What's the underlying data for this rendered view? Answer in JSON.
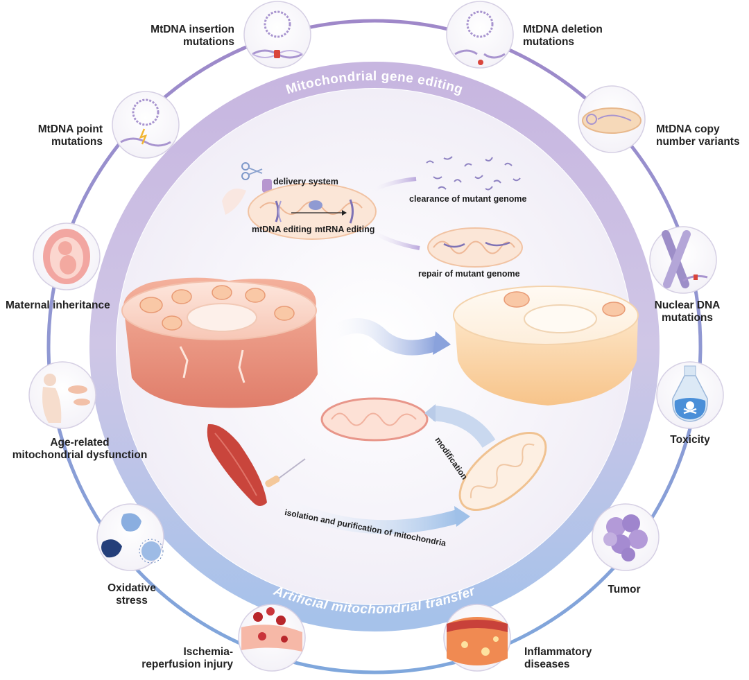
{
  "ring_titles": {
    "top": "Mitochondrial gene editing",
    "bottom": "Artificial mitochondrial transfer"
  },
  "causes": {
    "insertion": "MtDNA insertion\nmutations",
    "deletion": "MtDNA deletion\nmutations",
    "point": "MtDNA point\nmutations",
    "copy_number": "MtDNA copy\nnumber variants",
    "maternal": "Maternal inheritance",
    "nuclear": "Nuclear DNA\nmutations",
    "age": "Age-related\nmitochondrial dysfunction",
    "toxicity": "Toxicity",
    "oxidative": "Oxidative\nstress",
    "tumor": "Tumor",
    "ischemia": "Ischemia-\nreperfusion injury",
    "inflammatory": "Inflammatory\ndiseases"
  },
  "editing": {
    "delivery": "delivery system",
    "mtdna": "mtDNA editing",
    "mtrna": "mtRNA editing",
    "clearance": "clearance of mutant genome",
    "repair": "repair of mutant genome"
  },
  "transfer": {
    "isolation": "isolation and purification of mitochondria",
    "modification": "modification"
  },
  "colors": {
    "top_ring": "#c4b2de",
    "bottom_ring": "#a7c3e8",
    "ring_text": "#ffffff",
    "mito_outer": "#f3c7a2",
    "mito_inner": "#d98f6a",
    "damaged_cell": "#f0a993",
    "healthy_cell": "#fbe2bf"
  }
}
